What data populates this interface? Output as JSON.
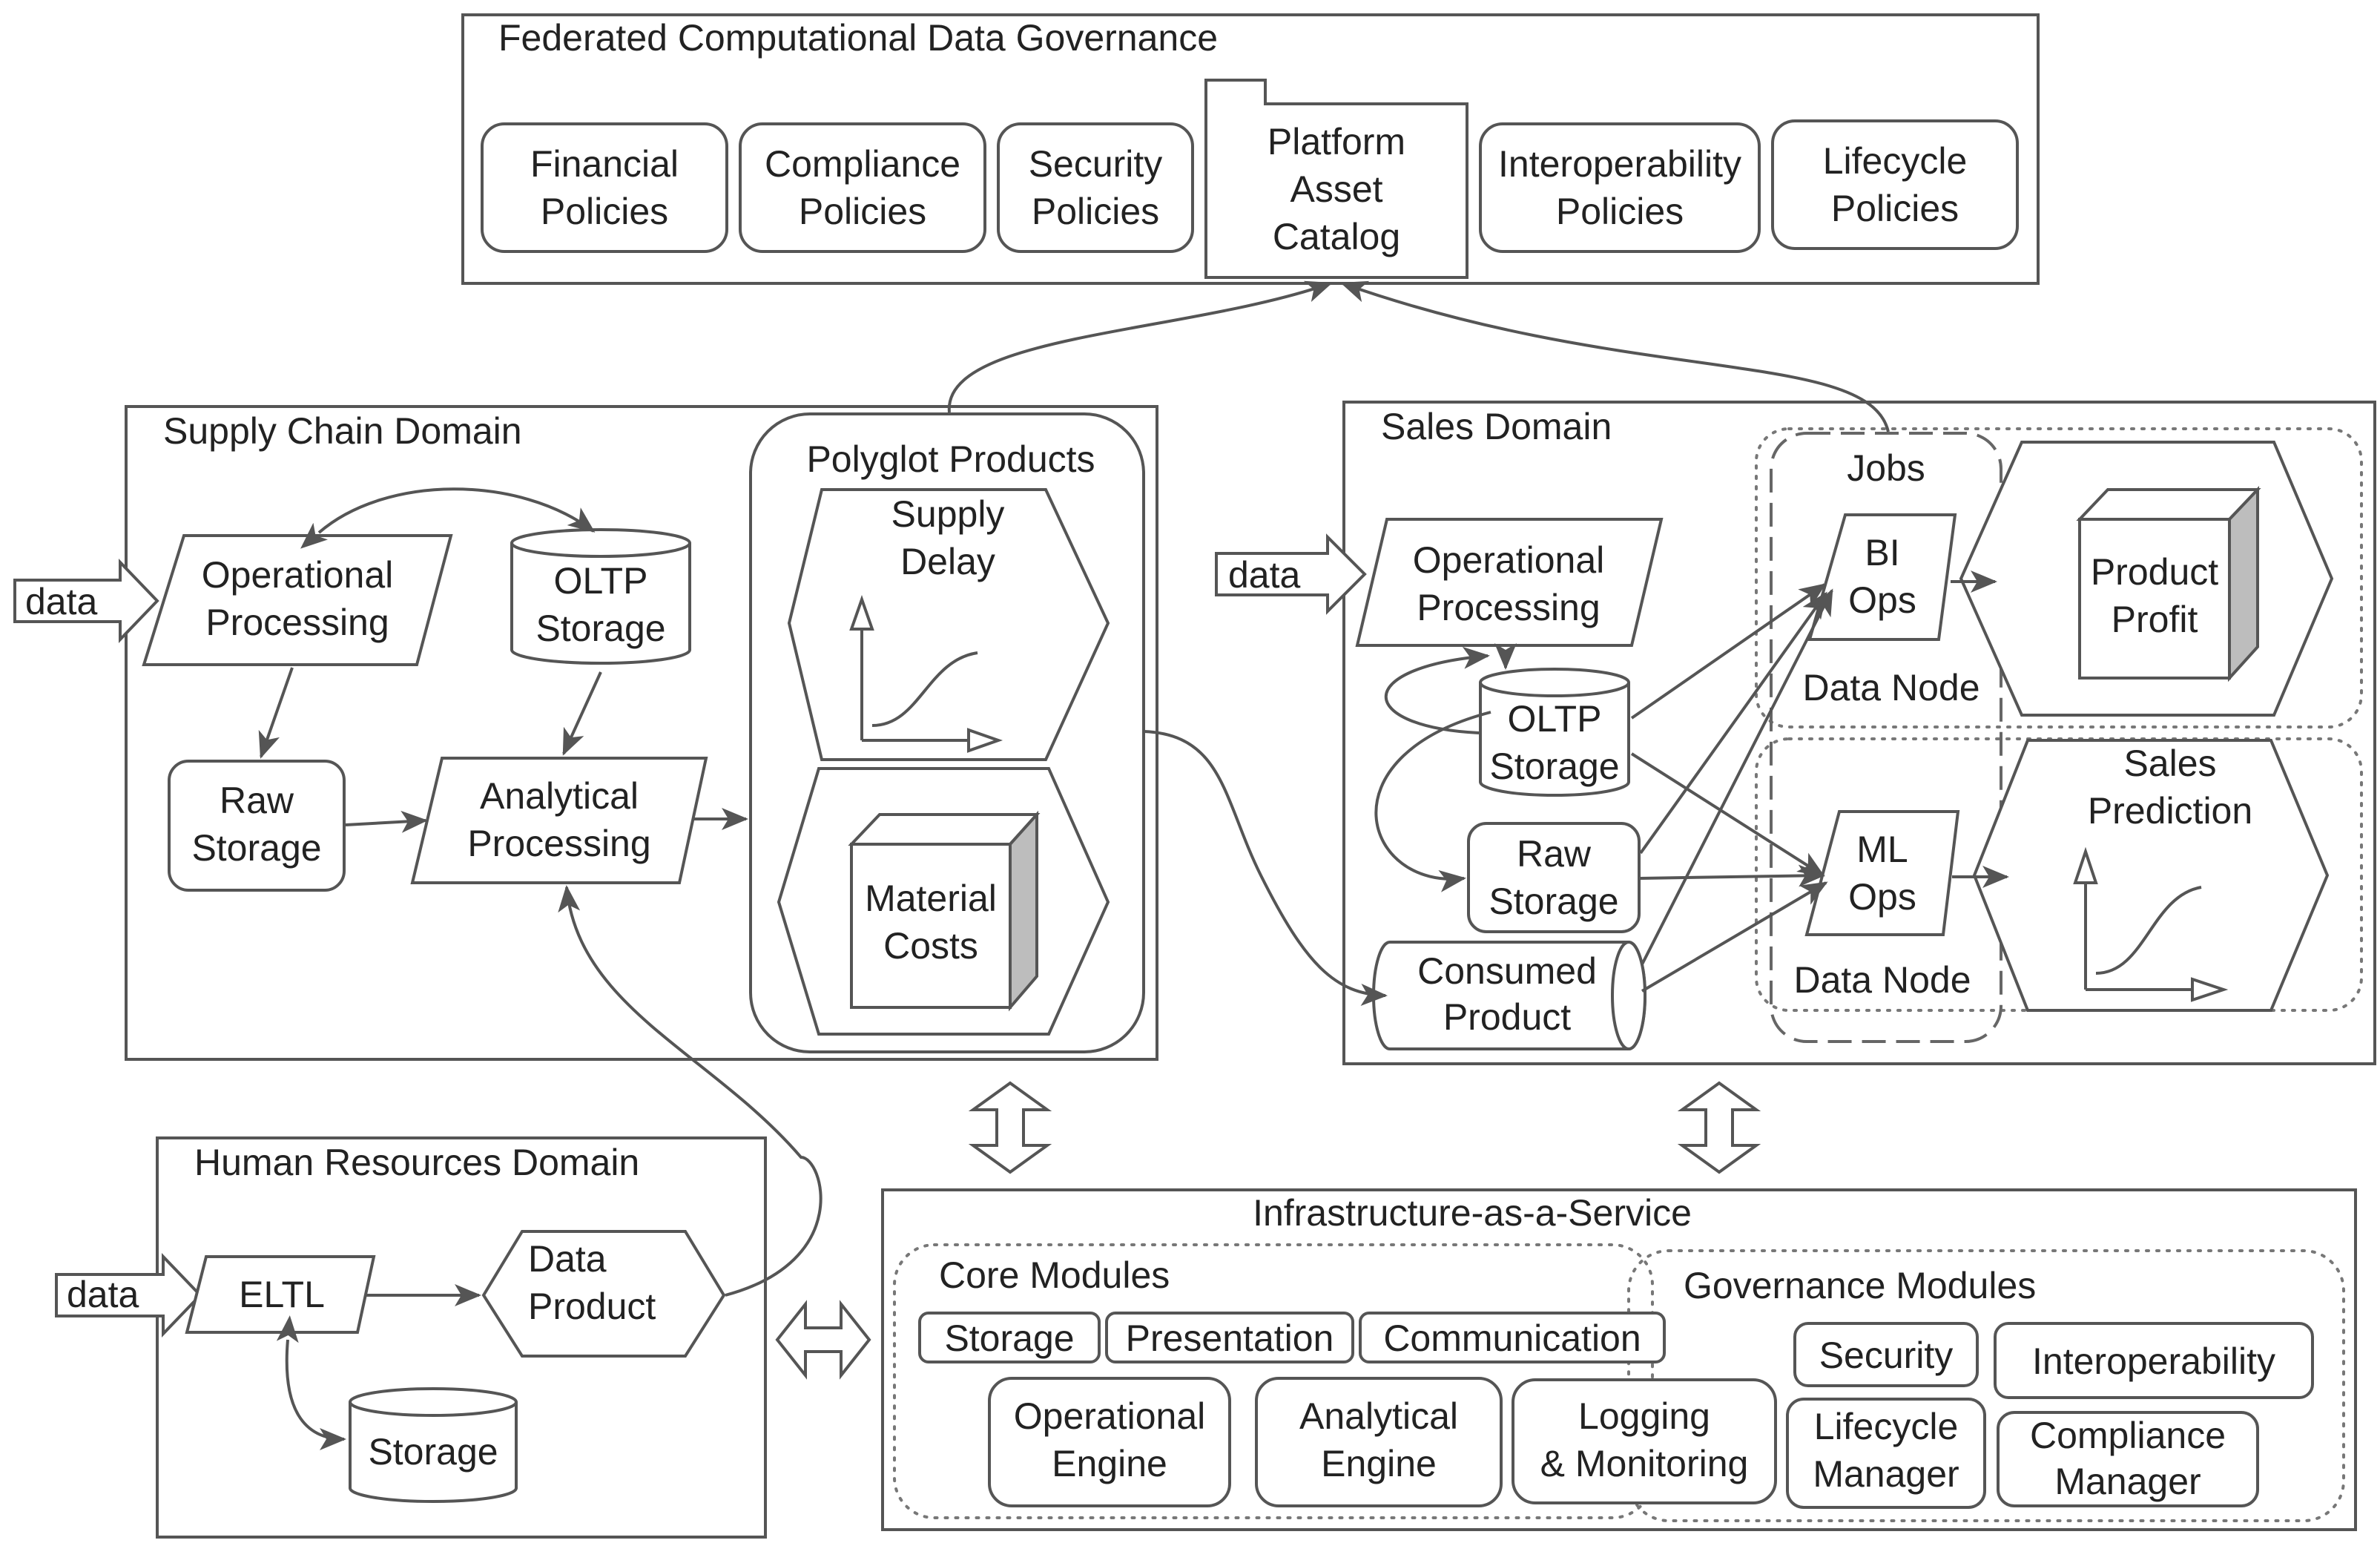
{
  "governance": {
    "title": "Federated Computational Data Governance",
    "financial": [
      "Financial",
      "Policies"
    ],
    "compliance": [
      "Compliance",
      "Policies"
    ],
    "security": [
      "Security",
      "Policies"
    ],
    "catalog": [
      "Platform",
      "Asset",
      "Catalog"
    ],
    "interoperability": [
      "Interoperability",
      "Policies"
    ],
    "lifecycle": [
      "Lifecycle",
      "Policies"
    ]
  },
  "supply_chain": {
    "title": "Supply Chain Domain",
    "data_in": "data",
    "operational": [
      "Operational",
      "Processing"
    ],
    "oltp": [
      "OLTP",
      "Storage"
    ],
    "raw": [
      "Raw",
      "Storage"
    ],
    "analytical": [
      "Analytical",
      "Processing"
    ],
    "polyglot_title": "Polyglot Products",
    "supply_delay": [
      "Supply",
      "Delay"
    ],
    "material_costs": [
      "Material",
      "Costs"
    ]
  },
  "sales": {
    "title": "Sales Domain",
    "data_in": "data",
    "operational": [
      "Operational",
      "Processing"
    ],
    "oltp": [
      "OLTP",
      "Storage"
    ],
    "raw": [
      "Raw",
      "Storage"
    ],
    "consumed": [
      "Consumed",
      "Product"
    ],
    "jobs": "Jobs",
    "bi_ops": [
      "BI",
      "Ops"
    ],
    "ml_ops": [
      "ML",
      "Ops"
    ],
    "data_node_1": "Data Node",
    "data_node_2": "Data Node",
    "product_profit": [
      "Product",
      "Profit"
    ],
    "sales_prediction": [
      "Sales",
      "Prediction"
    ]
  },
  "hr": {
    "title": "Human Resources Domain",
    "data_in": "data",
    "eltl": "ELTL",
    "data_product": [
      "Data",
      "Product"
    ],
    "storage": "Storage"
  },
  "iaas": {
    "title": "Infrastructure-as-a-Service",
    "core_title": "Core Modules",
    "storage": "Storage",
    "presentation": "Presentation",
    "communication": "Communication",
    "operational_engine": [
      "Operational",
      "Engine"
    ],
    "analytical_engine": [
      "Analytical",
      "Engine"
    ],
    "logging": [
      "Logging",
      "& Monitoring"
    ],
    "gov_title": "Governance Modules",
    "security": "Security",
    "interoperability": "Interoperability",
    "lifecycle_manager": [
      "Lifecycle",
      "Manager"
    ],
    "compliance_manager": [
      "Compliance",
      "Manager"
    ]
  },
  "colors": {
    "stroke": "#555555",
    "text": "#222222",
    "cube_side": "#bdbdbd"
  }
}
